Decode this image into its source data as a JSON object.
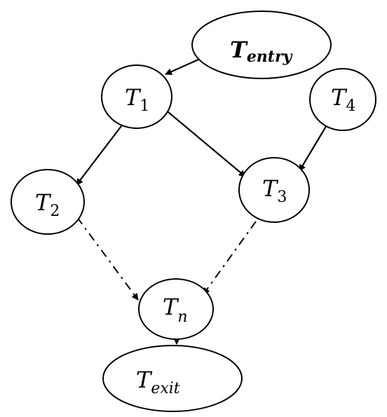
{
  "nodes": {
    "entry": {
      "base": "T",
      "sub": "entry"
    },
    "t1": {
      "base": "T",
      "sub": "1"
    },
    "t2": {
      "base": "T",
      "sub": "2"
    },
    "t3": {
      "base": "T",
      "sub": "3"
    },
    "t4": {
      "base": "T",
      "sub": "4"
    },
    "tn": {
      "base": "T",
      "sub": "n"
    },
    "exit": {
      "base": "T",
      "sub": "exit"
    }
  },
  "edges": [
    {
      "from": "entry",
      "to": "t1",
      "style": "solid"
    },
    {
      "from": "t1",
      "to": "t2",
      "style": "solid"
    },
    {
      "from": "t1",
      "to": "t3",
      "style": "solid"
    },
    {
      "from": "t4",
      "to": "t3",
      "style": "solid"
    },
    {
      "from": "t2",
      "to": "tn",
      "style": "dash-dot"
    },
    {
      "from": "t3",
      "to": "tn",
      "style": "dash-dot"
    },
    {
      "from": "tn",
      "to": "exit",
      "style": "solid"
    }
  ]
}
